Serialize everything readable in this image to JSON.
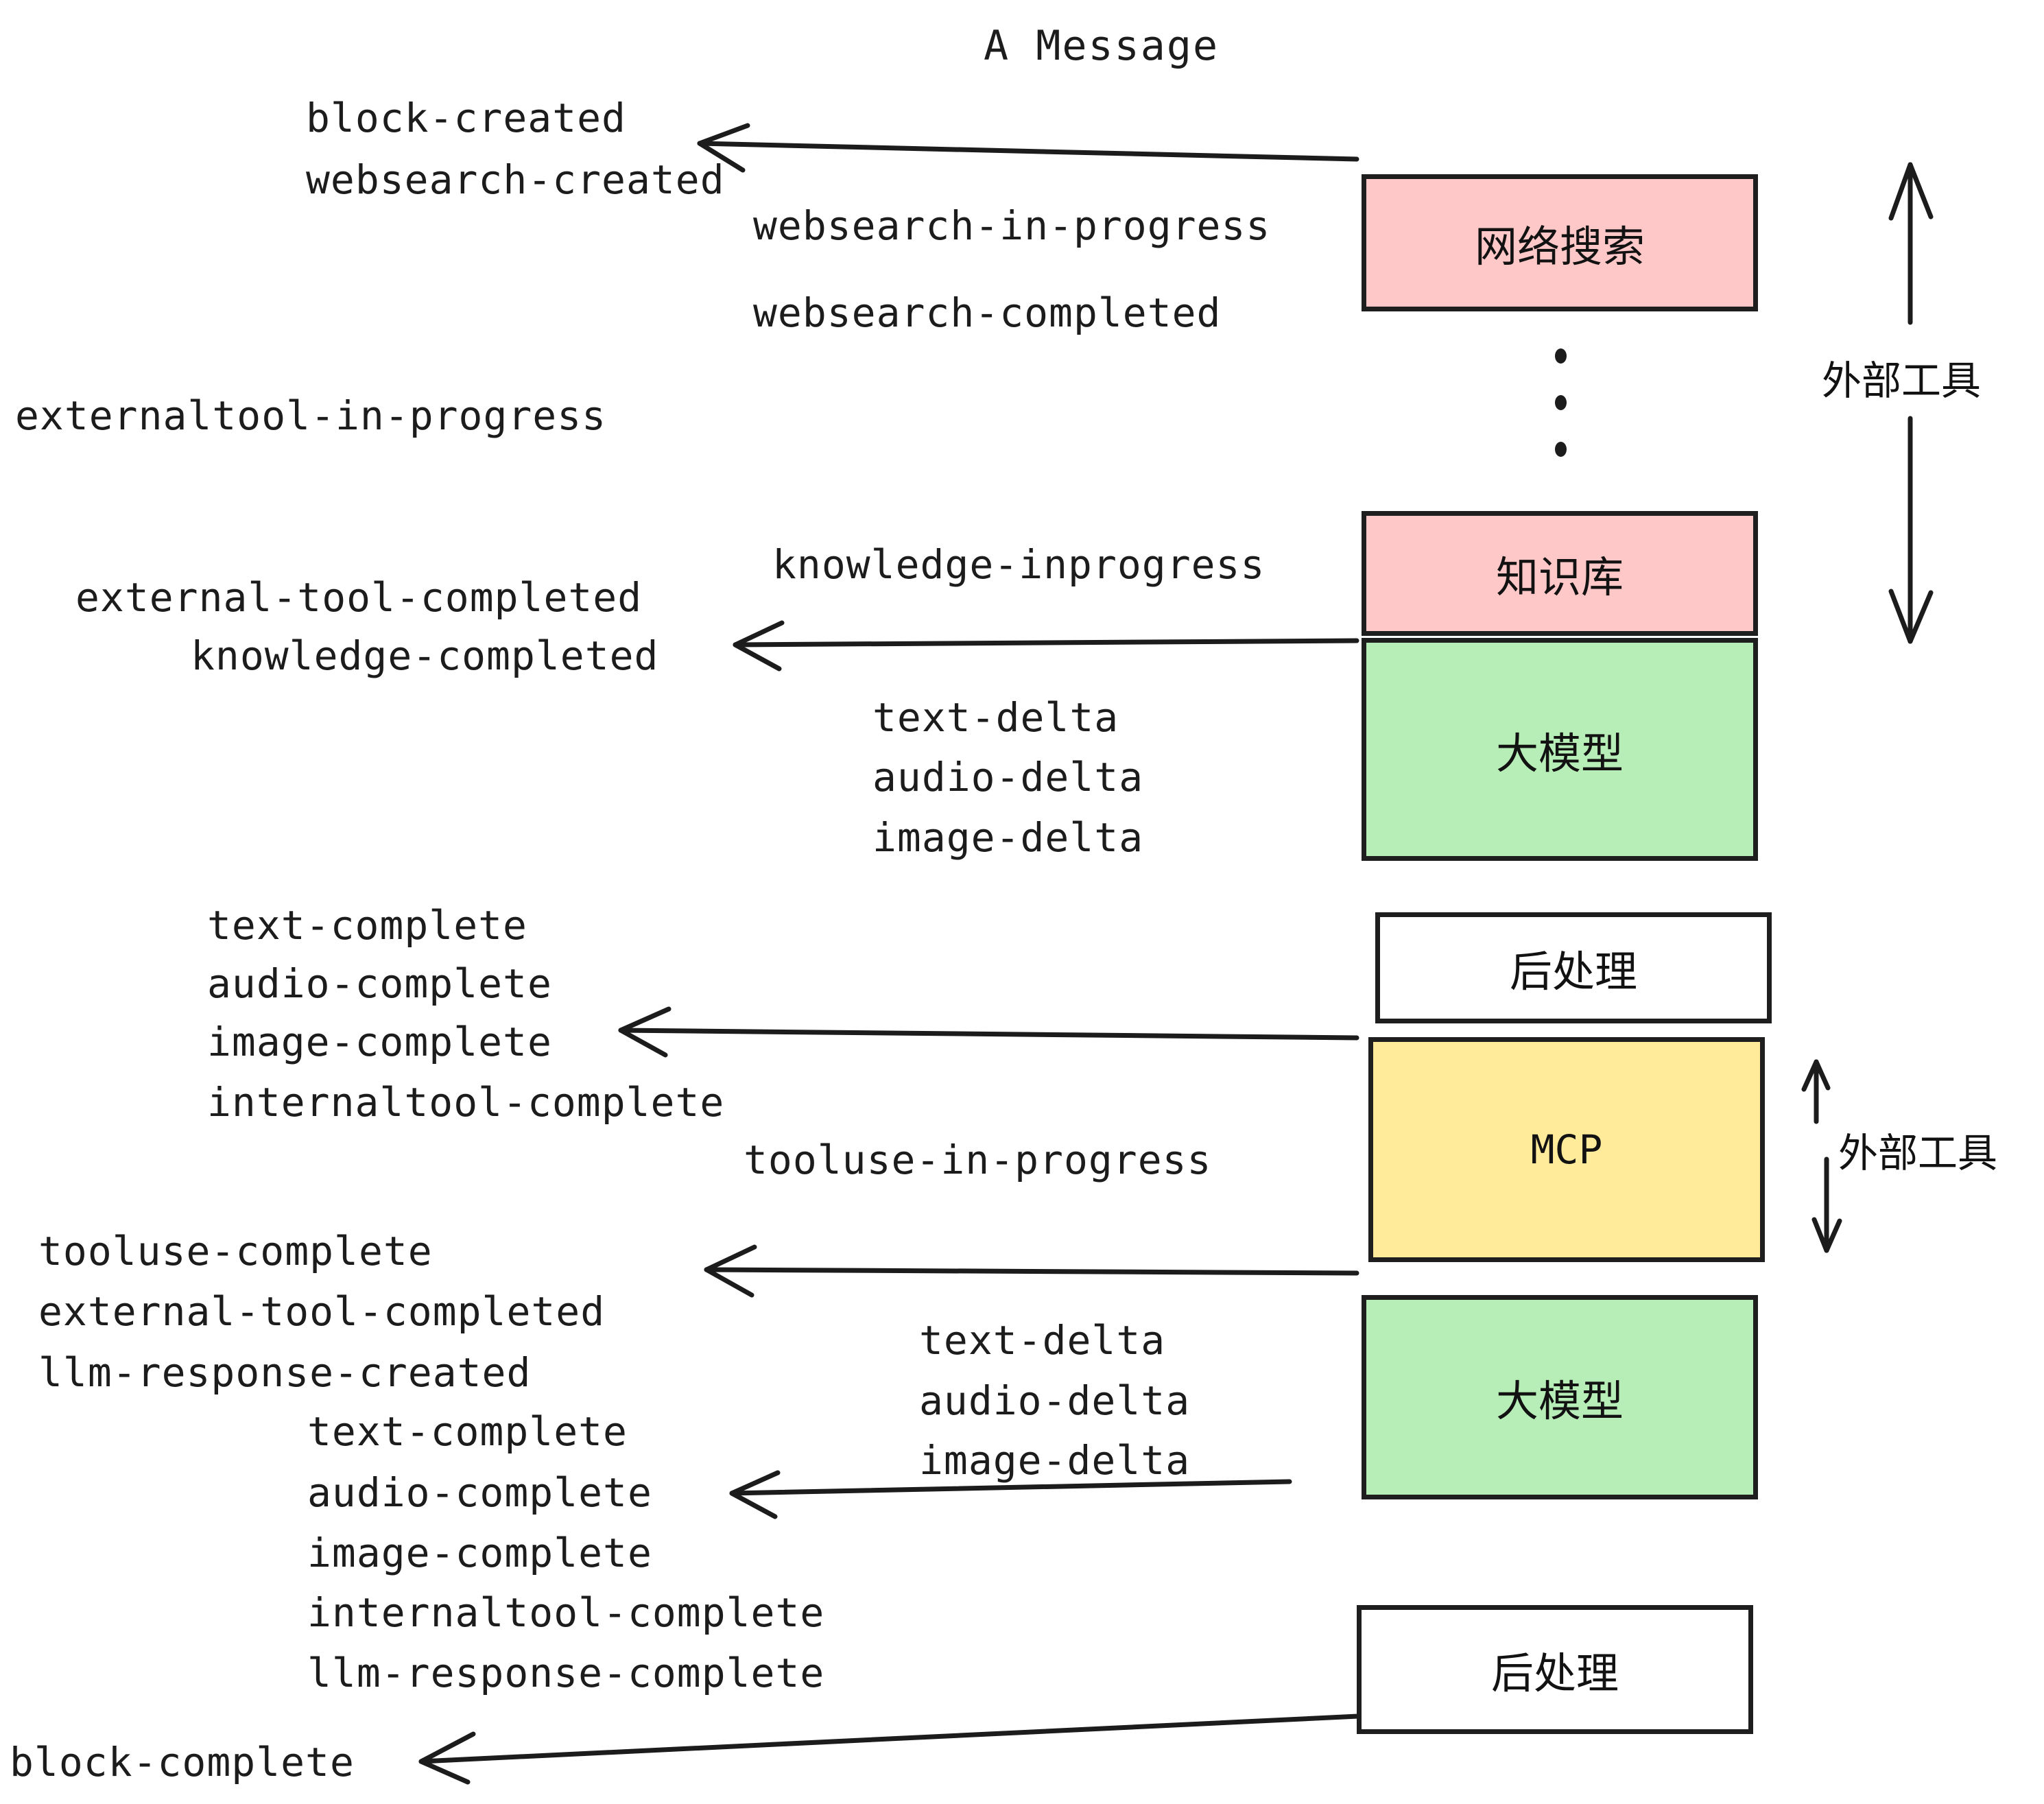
{
  "title": "A Message",
  "colors": {
    "pink": "#ffc8c8",
    "green": "#b7edb7",
    "yellow": "#ffeb99",
    "white": "#ffffff",
    "stroke": "#1e1e1e",
    "text": "#1c1c1c"
  },
  "nodes": [
    {
      "id": "websearch",
      "label": "网络搜索",
      "fill": "#ffc8c8"
    },
    {
      "id": "knowledgebase",
      "label": "知识库",
      "fill": "#ffc8c8"
    },
    {
      "id": "llm-1",
      "label": "大模型",
      "fill": "#b7edb7"
    },
    {
      "id": "postprocess-1",
      "label": "后处理",
      "fill": "#ffffff"
    },
    {
      "id": "mcp",
      "label": "MCP",
      "fill": "#ffeb99"
    },
    {
      "id": "llm-2",
      "label": "大模型",
      "fill": "#b7edb7"
    },
    {
      "id": "postprocess-2",
      "label": "后处理",
      "fill": "#ffffff"
    }
  ],
  "side_labels": [
    {
      "id": "external-tools-top",
      "label": "外部工具"
    },
    {
      "id": "external-tools-bottom",
      "label": "外部工具"
    }
  ],
  "events": [
    {
      "id": "block-created",
      "label": "block-created"
    },
    {
      "id": "websearch-created",
      "label": "websearch-created"
    },
    {
      "id": "websearch-in-progress",
      "label": "websearch-in-progress"
    },
    {
      "id": "websearch-completed",
      "label": "websearch-completed"
    },
    {
      "id": "externaltool-in-progress",
      "label": "externaltool-in-progress"
    },
    {
      "id": "knowledge-inprogress",
      "label": "knowledge-inprogress"
    },
    {
      "id": "external-tool-completed-1",
      "label": "external-tool-completed"
    },
    {
      "id": "knowledge-completed",
      "label": "knowledge-completed"
    },
    {
      "id": "text-delta-1",
      "label": "text-delta"
    },
    {
      "id": "audio-delta-1",
      "label": "audio-delta"
    },
    {
      "id": "image-delta-1",
      "label": "image-delta"
    },
    {
      "id": "text-complete-1",
      "label": "text-complete"
    },
    {
      "id": "audio-complete-1",
      "label": "audio-complete"
    },
    {
      "id": "image-complete-1",
      "label": "image-complete"
    },
    {
      "id": "internaltool-complete-1",
      "label": "internaltool-complete"
    },
    {
      "id": "tooluse-in-progress",
      "label": "tooluse-in-progress"
    },
    {
      "id": "tooluse-complete",
      "label": "tooluse-complete"
    },
    {
      "id": "external-tool-completed-2",
      "label": "external-tool-completed"
    },
    {
      "id": "llm-response-created",
      "label": "llm-response-created"
    },
    {
      "id": "text-complete-2",
      "label": "text-complete"
    },
    {
      "id": "audio-complete-2",
      "label": "audio-complete"
    },
    {
      "id": "image-complete-2",
      "label": "image-complete"
    },
    {
      "id": "internaltool-complete-2",
      "label": "internaltool-complete"
    },
    {
      "id": "llm-response-complete",
      "label": "llm-response-complete"
    },
    {
      "id": "text-delta-2",
      "label": "text-delta"
    },
    {
      "id": "audio-delta-2",
      "label": "audio-delta"
    },
    {
      "id": "image-delta-2",
      "label": "image-delta"
    },
    {
      "id": "block-complete",
      "label": "block-complete"
    }
  ]
}
